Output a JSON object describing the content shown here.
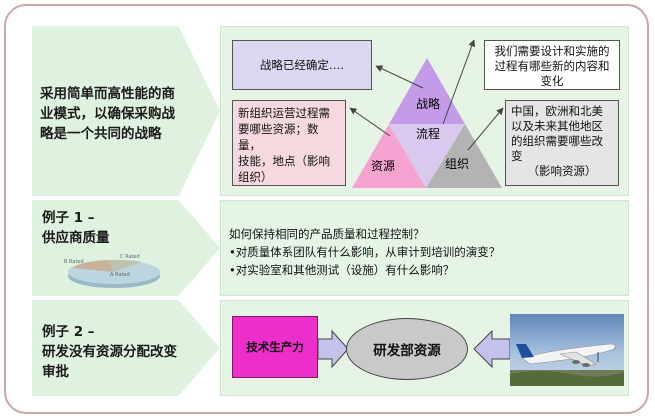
{
  "rows": [
    {
      "title_lines": [
        "采用简单而高性能的商",
        "业模式，以确保采购战",
        "略是一个共同的战略"
      ],
      "boxes": {
        "strategy_set": "战略已经确定….",
        "process_resources": [
          "新组织运营过程需",
          "要哪些资源；数量，",
          "技能，地点（影响",
          "组织）"
        ],
        "design_content": [
          "我们需要设计和实施的",
          "过程有哪些新的内容和",
          "变化"
        ],
        "regions": [
          "中国，欧洲和北美",
          "以及未来其他地区",
          "的组织需要哪些改",
          "变",
          "（影响资源）"
        ]
      },
      "triangle": {
        "top": "战略",
        "center": "流程",
        "left": "资源",
        "right": "组织"
      }
    },
    {
      "title_lines": [
        "例子 1 –",
        "供应商质量"
      ],
      "pie_labels": [
        "B Rated",
        "C Rated",
        "A Rated"
      ],
      "question": "如何保持相同的产品质量和过程控制？",
      "bullets": [
        "•对质量体系团队有什么影响，从审计到培训的演变？",
        "•对实验室和其他测试（设施）有什么影响？"
      ]
    },
    {
      "title_lines": [
        "例子 2 –",
        "研发没有资源分配改变",
        "审批"
      ],
      "tech_label": "技术生产力",
      "rd_label": "研发部资源"
    }
  ],
  "colors": {
    "frame": "#c7a7a7",
    "arrow_panel": "#dff2df",
    "content_panel": "#e6f4e6",
    "strategy_triangle": "#c39be8",
    "resource_triangle": "#f5a3d0",
    "org_triangle": "#b3b3b3",
    "process_triangle": "#d9c9ef",
    "tech_box": "#ee2ecb",
    "rd_ellipse": "#c9c9c9",
    "arrow_fill": "#c2c2ec"
  }
}
